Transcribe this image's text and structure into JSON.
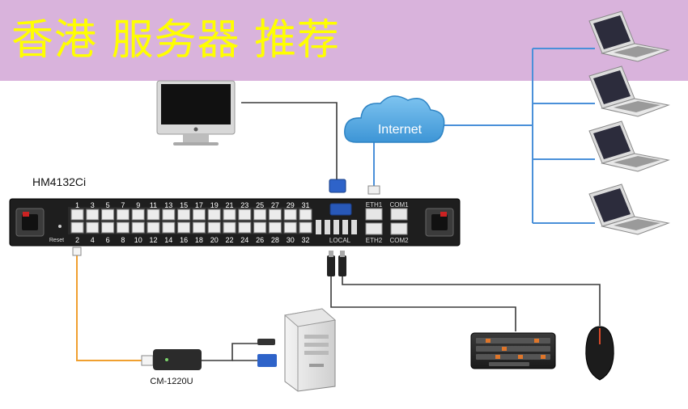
{
  "banner": {
    "title": "香港 服务器 推荐",
    "bg_color": "#d9b3dc",
    "text_color": "#ffff00"
  },
  "device": {
    "model": "HM4132Ci",
    "top_ports": [
      "1",
      "3",
      "5",
      "7",
      "9",
      "11",
      "13",
      "15",
      "17",
      "19",
      "21",
      "23",
      "25",
      "27",
      "29",
      "31"
    ],
    "bottom_ports": [
      "2",
      "4",
      "6",
      "8",
      "10",
      "12",
      "14",
      "16",
      "18",
      "20",
      "22",
      "24",
      "26",
      "28",
      "30",
      "32"
    ],
    "reset_label": "Reset",
    "local_label": "LOCAL",
    "eth1_label": "ETH1",
    "eth2_label": "ETH2",
    "com1_label": "COM1",
    "com2_label": "COM2"
  },
  "cloud": {
    "label": "Internet"
  },
  "adapter": {
    "label": "CM-1220U"
  },
  "colors": {
    "network_line": "#4a90d9",
    "local_line": "#333333",
    "serial_line": "#f0a030"
  }
}
